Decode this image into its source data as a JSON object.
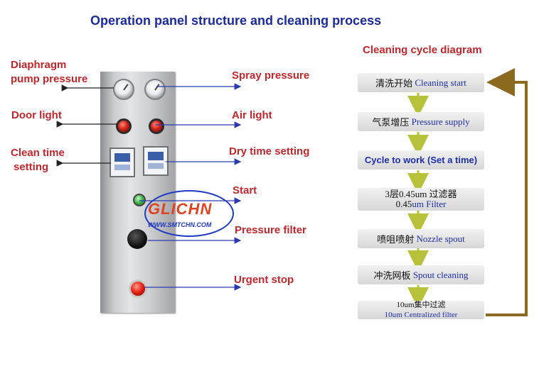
{
  "title": "Operation panel structure and cleaning process",
  "cycle_title": "Cleaning cycle diagram",
  "left_labels": {
    "diaphragm_line1": "Diaphragm",
    "diaphragm_line2": "pump pressure",
    "door_light": "Door light",
    "clean_time_line1": "Clean time",
    "clean_time_line2": "setting"
  },
  "right_labels": {
    "spray_pressure": "Spray pressure",
    "air_light": "Air light",
    "dry_time": "Dry time setting",
    "start": "Start",
    "pressure_filter": "Pressure filter",
    "urgent_stop": "Urgent stop"
  },
  "watermark": {
    "logo": "GLICHN",
    "url": "WWW.SMTCHN.COM"
  },
  "flow": {
    "step1_cn": "清洗开始",
    "step1_en": "Cleaning start",
    "step2_cn": "气泵增压",
    "step2_en": "Pressure supply",
    "step3": "Cycle to work  (Set a time)",
    "step4_line1": "3层0.45um 过滤器",
    "step4_line2_prefix": "0.45",
    "step4_line2_suffix": "um Filter",
    "step5_cn": "喷咀喷射",
    "step5_en": "Nozzle spout",
    "step6_cn": "冲洗网板",
    "step6_en": "Spout cleaning",
    "step7_line1": "10um集中过滤",
    "step7_line2": "10um Centralized filter"
  },
  "colors": {
    "title": "#1a2a9c",
    "label": "#c0262c",
    "arrow_left": "#222222",
    "arrow_right": "#2a3ab0",
    "flow_arrow": "#b7c23a",
    "loop": "#8b6a1f"
  }
}
